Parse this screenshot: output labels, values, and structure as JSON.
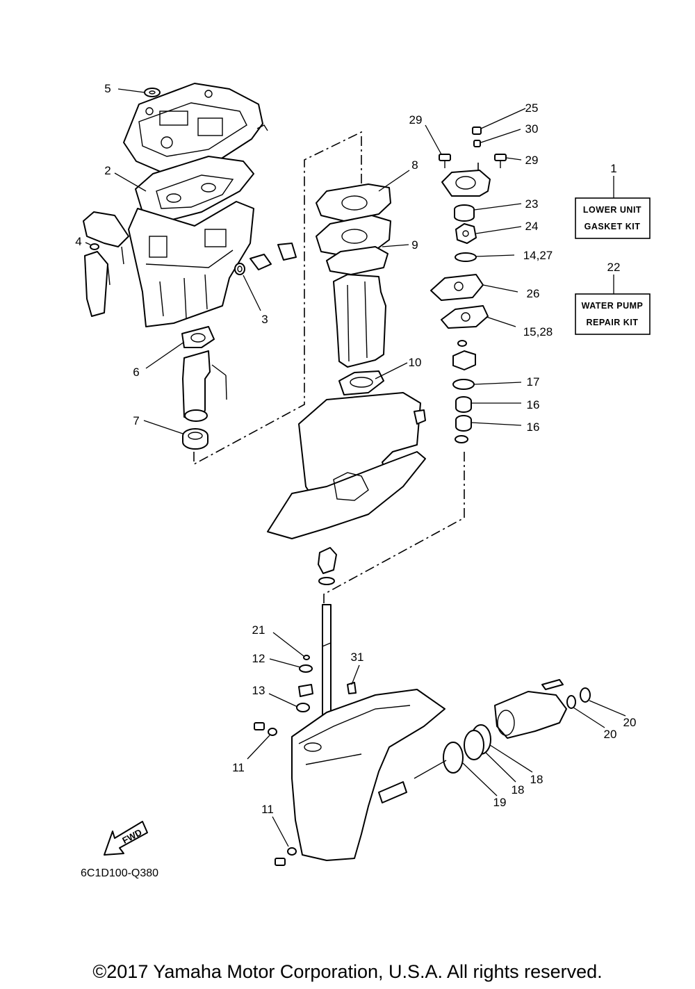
{
  "callouts": {
    "c1": "1",
    "c2": "2",
    "c3": "3",
    "c4": "4",
    "c5": "5",
    "c6": "6",
    "c7": "7",
    "c8": "8",
    "c9": "9",
    "c10": "10",
    "c11a": "11",
    "c11b": "11",
    "c12": "12",
    "c13": "13",
    "c14_27": "14,27",
    "c15_28": "15,28",
    "c16a": "16",
    "c16b": "16",
    "c17": "17",
    "c18a": "18",
    "c18b": "18",
    "c19": "19",
    "c20a": "20",
    "c20b": "20",
    "c21": "21",
    "c22": "22",
    "c23": "23",
    "c24": "24",
    "c25": "25",
    "c26": "26",
    "c29a": "29",
    "c29b": "29",
    "c30": "30",
    "c31": "31"
  },
  "kits": {
    "lower_unit_line1": "LOWER UNIT",
    "lower_unit_line2": "GASKET KIT",
    "water_pump_line1": "WATER PUMP",
    "water_pump_line2": "REPAIR KIT"
  },
  "fwd_label": "FWD",
  "drawing_code": "6C1D100-Q380",
  "footer": "©2017 Yamaha Motor Corporation, U.S.A. All rights reserved."
}
